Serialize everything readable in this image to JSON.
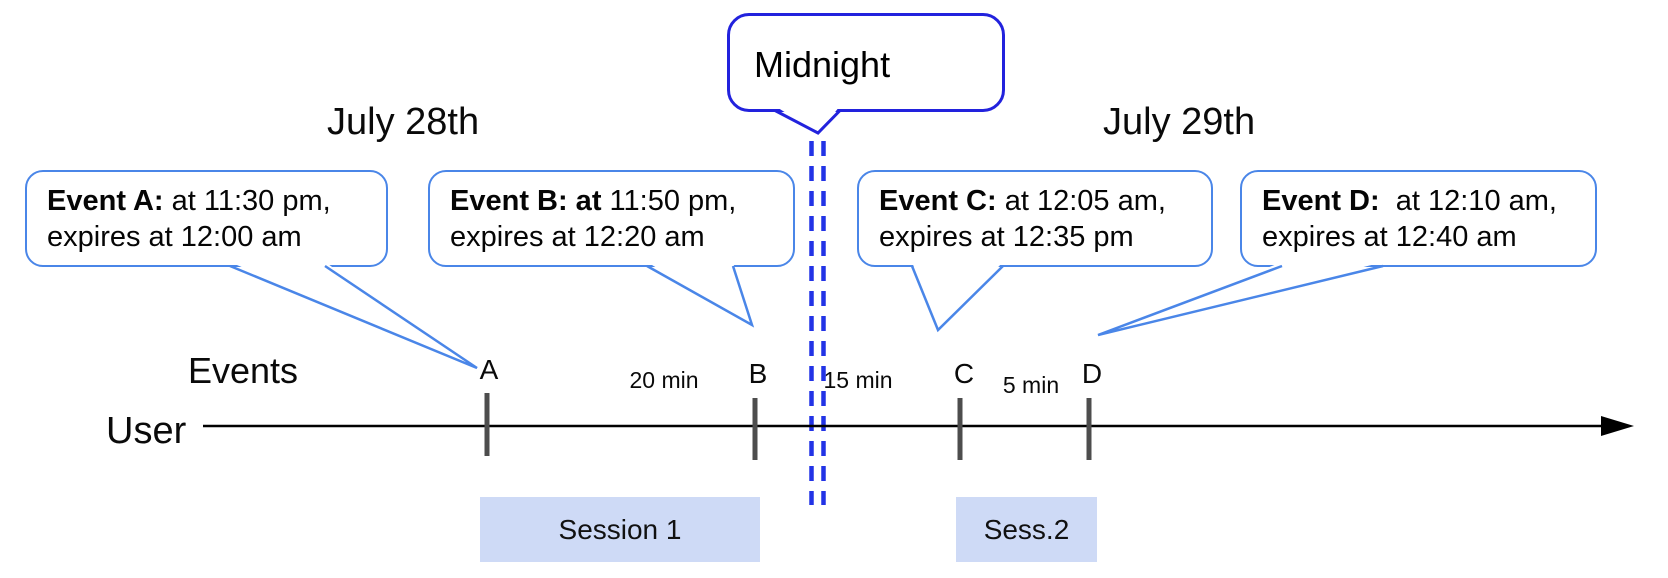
{
  "title_dates": {
    "left": "July 28th",
    "right": "July 29th"
  },
  "midnight_callout": {
    "label": "Midnight"
  },
  "event_callouts": [
    {
      "name": "Event A",
      "bold": "Event A:",
      "rest": " at 11:30 pm,",
      "line2": "expires at 12:00 am"
    },
    {
      "name": "Event B",
      "bold": "Event B: at",
      "rest": " 11:50 pm,",
      "line2": "expires at 12:20 am"
    },
    {
      "name": "Event C",
      "bold": "Event C:",
      "rest": " at 12:05 am,",
      "line2": "expires at 12:35 pm"
    },
    {
      "name": "Event D",
      "bold": "Event D:",
      "rest": "  at 12:10 am,",
      "line2": "expires at 12:40 am"
    }
  ],
  "timeline": {
    "events_row_label": "Events",
    "user_row_label": "User",
    "ticks": [
      "A",
      "B",
      "C",
      "D"
    ],
    "intervals": [
      "20 min",
      "15 min",
      "5 min"
    ]
  },
  "sessions": [
    {
      "label": "Session 1"
    },
    {
      "label": "Sess.2"
    }
  ],
  "colors": {
    "callout_border": "#4A86E8",
    "midnight_border": "#2222DD",
    "dashed_line": "#2233E6",
    "session_fill": "#CEDAF6",
    "tick_mark": "#4D4D4D",
    "timeline_line": "#000000"
  }
}
